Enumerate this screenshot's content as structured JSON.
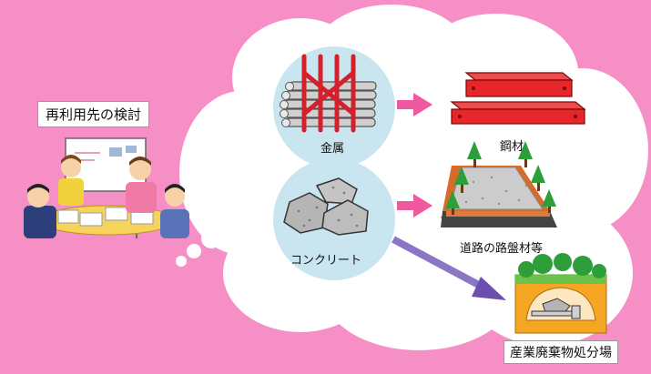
{
  "labels": {
    "review": "再利用先の検討",
    "metal": "金属",
    "concrete": "コンクリート",
    "steel": "鋼材",
    "roadbed": "道路の路盤材等",
    "landfill": "産業廃棄物処分場"
  },
  "colors": {
    "background": "#f68fc6",
    "cloud": "#ffffff",
    "circle": "#c9e6f0",
    "arrow_pink": "#f0599f",
    "arrow_purple": "#8a76c4",
    "steel_red": "#e8262a"
  }
}
